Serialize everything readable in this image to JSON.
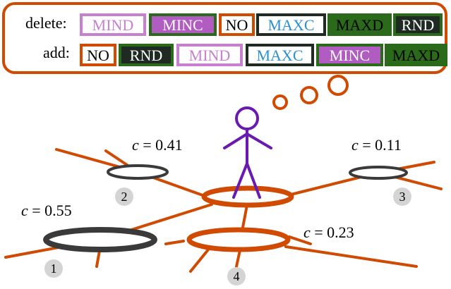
{
  "colors": {
    "accent_orange": "#d04a02",
    "gray": "#3a3a3a",
    "purple": "#6a1ab0",
    "MIND": "#c77fd0",
    "MINC": "#b05cc0",
    "NO": "#d04a02",
    "MAXC": "#2a90d0",
    "MAXD": "#2a6a1a",
    "RND": "#1e2a22"
  },
  "legend": {
    "delete_label": "delete:",
    "add_label": "add:",
    "delete_tags": [
      "MIND",
      "MINC",
      "NO",
      "MAXC",
      "MAXD",
      "RND"
    ],
    "add_tags": [
      "NO",
      "RND",
      "MIND",
      "MAXC",
      "MINC",
      "MAXD"
    ]
  },
  "nodes": [
    {
      "id": "1",
      "c_prefix": "c",
      "c_rest": " = 0.55"
    },
    {
      "id": "2",
      "c_prefix": "c",
      "c_rest": " = 0.41"
    },
    {
      "id": "3",
      "c_prefix": "c",
      "c_rest": " = 0.11"
    },
    {
      "id": "4",
      "c_prefix": "c",
      "c_rest": " = 0.23"
    }
  ]
}
